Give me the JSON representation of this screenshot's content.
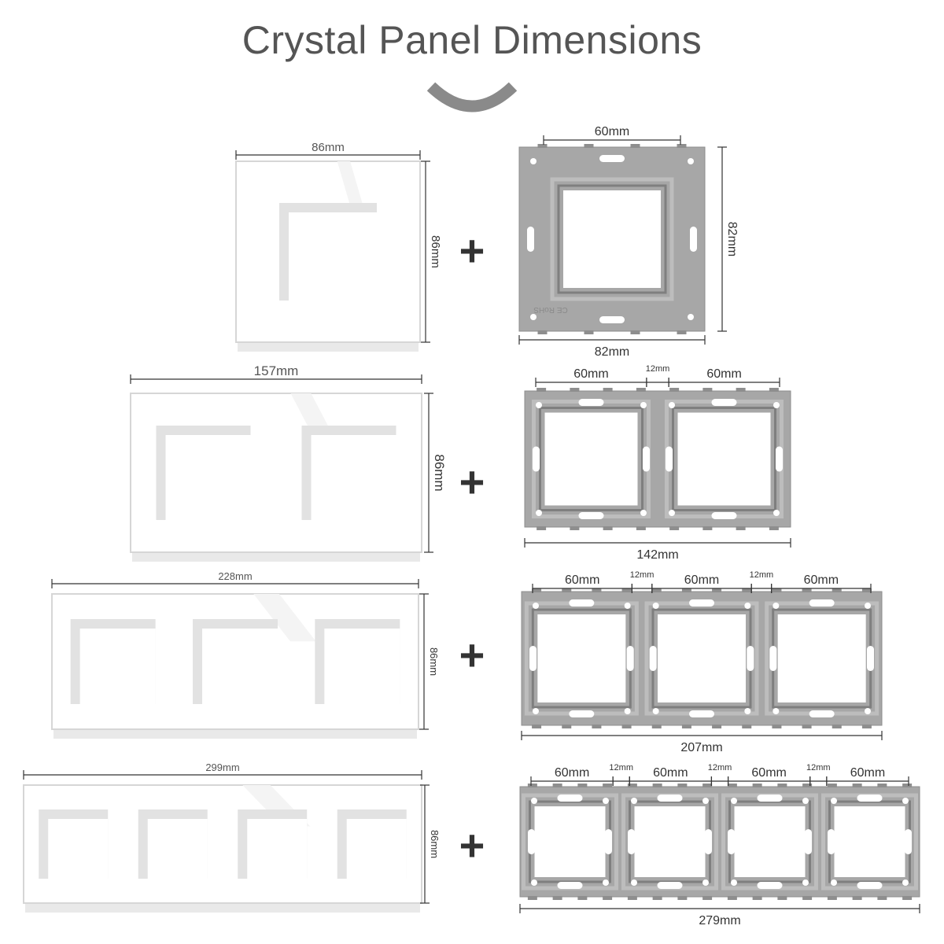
{
  "title": "Crystal Panel Dimensions",
  "colors": {
    "title_text": "#555555",
    "glass": "#ffffff",
    "glass_edge": "#d6d6d6",
    "glass_inner": "#e2e2e2",
    "frame": "#a7a7a7",
    "frame_dark": "#8e8e8e",
    "plus": "#333333"
  },
  "plus_sign": "+",
  "rows": [
    {
      "id": "1gang",
      "panel": {
        "width_label": "86mm",
        "height_label": "86mm",
        "gangs": 1
      },
      "frame": {
        "segment_labels": [
          "60mm"
        ],
        "gap_labels": [],
        "width_label": "82mm",
        "height_label": "82mm",
        "gangs": 1,
        "marking": "CE RoHS"
      }
    },
    {
      "id": "2gang",
      "panel": {
        "width_label": "157mm",
        "height_label": "86mm",
        "gangs": 2
      },
      "frame": {
        "segment_labels": [
          "60mm",
          "60mm"
        ],
        "gap_labels": [
          "12mm"
        ],
        "width_label": "142mm",
        "gangs": 2
      }
    },
    {
      "id": "3gang",
      "panel": {
        "width_label": "228mm",
        "height_label": "86mm",
        "gangs": 3
      },
      "frame": {
        "segment_labels": [
          "60mm",
          "60mm",
          "60mm"
        ],
        "gap_labels": [
          "12mm",
          "12mm"
        ],
        "width_label": "207mm",
        "gangs": 3
      }
    },
    {
      "id": "4gang",
      "panel": {
        "width_label": "299mm",
        "height_label": "86mm",
        "gangs": 4
      },
      "frame": {
        "segment_labels": [
          "60mm",
          "60mm",
          "60mm",
          "60mm"
        ],
        "gap_labels": [
          "12mm",
          "12mm",
          "12mm"
        ],
        "width_label": "279mm",
        "gangs": 4
      }
    }
  ]
}
